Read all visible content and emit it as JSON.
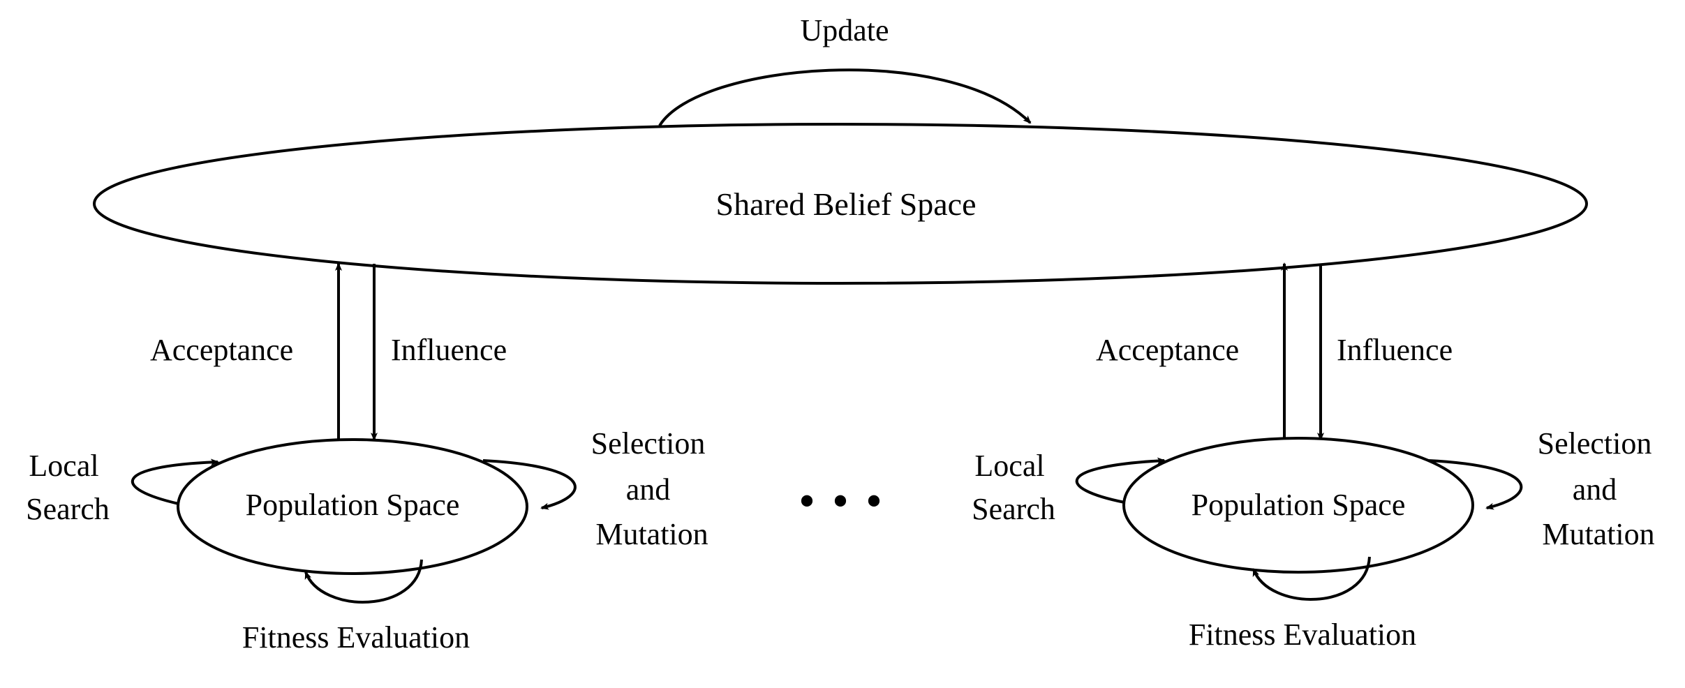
{
  "diagram": {
    "top_loop_label": "Update",
    "belief_space_label": "Shared Belief Space",
    "continuation_label": "• • •",
    "groups": [
      {
        "population_label": "Population Space",
        "acceptance_label": "Acceptance",
        "influence_label": "Influence",
        "local_search_lines": [
          "Local",
          "Search"
        ],
        "selection_lines": [
          "Selection",
          "and",
          "Mutation"
        ],
        "fitness_label": "Fitness Evaluation"
      },
      {
        "population_label": "Population Space",
        "acceptance_label": "Acceptance",
        "influence_label": "Influence",
        "local_search_lines": [
          "Local",
          "Search"
        ],
        "selection_lines": [
          "Selection",
          "and",
          "Mutation"
        ],
        "fitness_label": "Fitness Evaluation"
      }
    ]
  }
}
